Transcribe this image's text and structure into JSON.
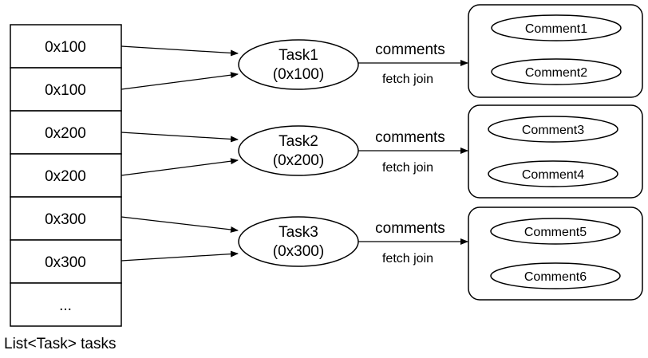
{
  "list": {
    "cells": [
      "0x100",
      "0x100",
      "0x200",
      "0x200",
      "0x300",
      "0x300",
      "..."
    ],
    "caption": "List<Task> tasks"
  },
  "tasks": [
    {
      "name": "Task1",
      "addr": "(0x100)",
      "relation": "comments",
      "join": "fetch join",
      "comments": [
        "Comment1",
        "Comment2"
      ]
    },
    {
      "name": "Task2",
      "addr": "(0x200)",
      "relation": "comments",
      "join": "fetch join",
      "comments": [
        "Comment3",
        "Comment4"
      ]
    },
    {
      "name": "Task3",
      "addr": "(0x300)",
      "relation": "comments",
      "join": "fetch join",
      "comments": [
        "Comment5",
        "Comment6"
      ]
    }
  ]
}
